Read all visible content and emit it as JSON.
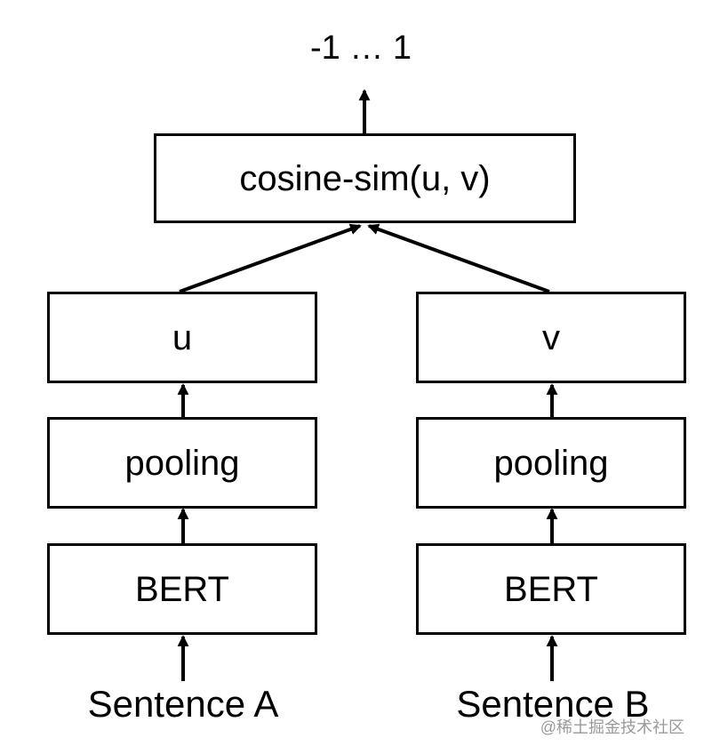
{
  "output": {
    "range_label": "-1 … 1"
  },
  "similarity": {
    "label": "cosine-sim(u, v)"
  },
  "left_branch": {
    "vector_label": "u",
    "pooling_label": "pooling",
    "encoder_label": "BERT",
    "input_label": "Sentence A"
  },
  "right_branch": {
    "vector_label": "v",
    "pooling_label": "pooling",
    "encoder_label": "BERT",
    "input_label": "Sentence B"
  },
  "watermark": {
    "text": "@稀土掘金技术社区"
  }
}
